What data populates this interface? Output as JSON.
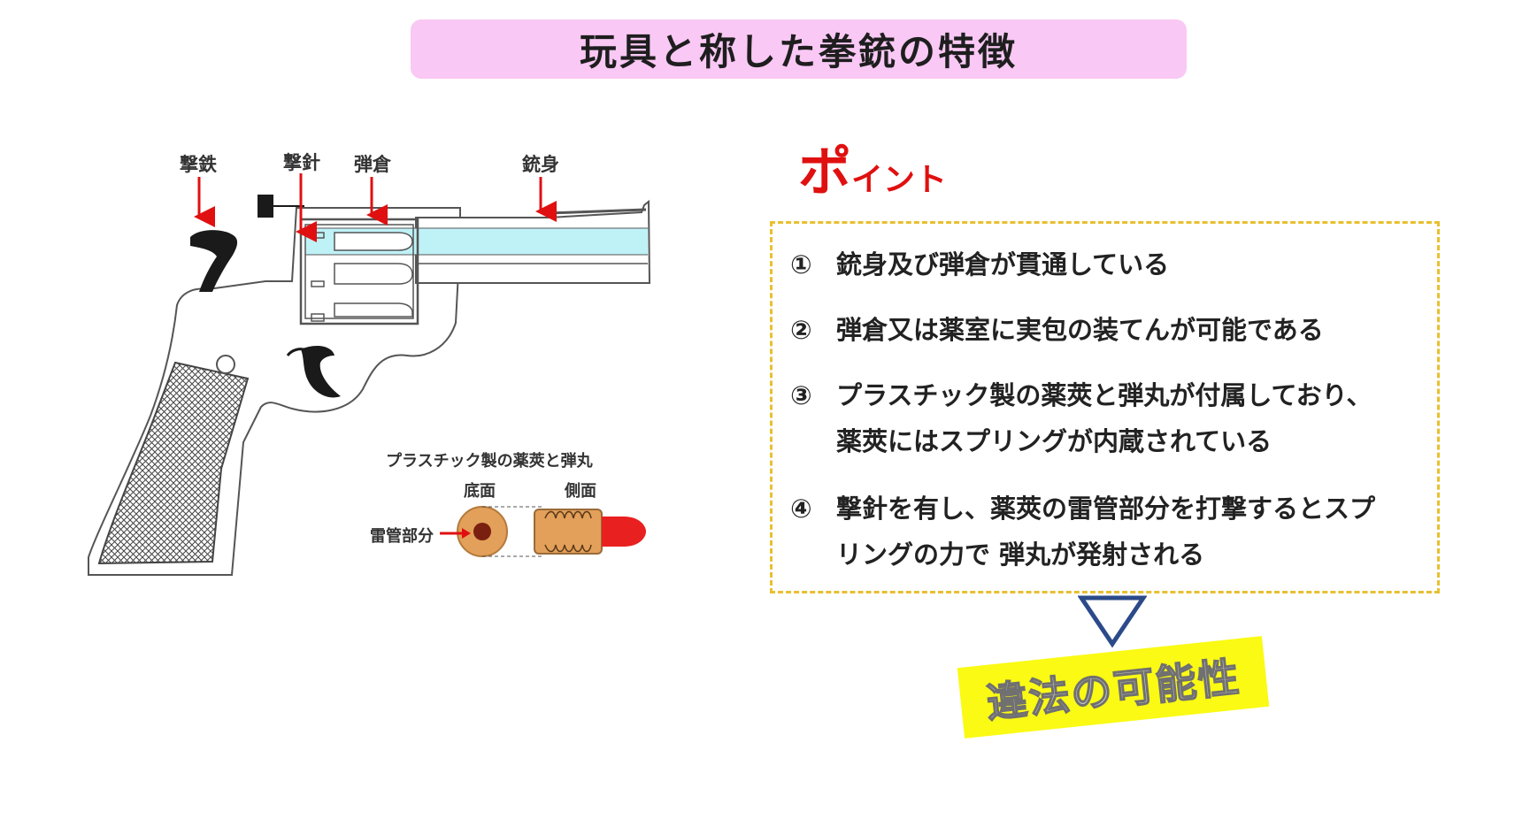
{
  "title": "玩具と称した拳銃の特徴",
  "diagram": {
    "labels": {
      "hammer": "撃鉄",
      "firing_pin": "撃針",
      "cylinder": "弾倉",
      "barrel": "銃身"
    },
    "inset": {
      "caption": "プラスチック製の薬莢と弾丸",
      "bottom_view": "底面",
      "side_view": "側面",
      "primer_part": "雷管部分"
    }
  },
  "point": {
    "heading_big": "ポ",
    "heading_small": "イント",
    "items": [
      {
        "num": "①",
        "lines": [
          "銃身及び弾倉が貫通している"
        ]
      },
      {
        "num": "②",
        "lines": [
          "弾倉又は薬室に実包の装てんが可能である"
        ]
      },
      {
        "num": "③",
        "lines": [
          "プラスチック製の薬莢と弾丸が付属しており、",
          "薬莢にはスプリングが内蔵されている"
        ]
      },
      {
        "num": "④",
        "lines": [
          "撃針を有し、薬莢の雷管部分を打撃するとスプ",
          "リングの力で 弾丸が発射される"
        ]
      }
    ]
  },
  "conclusion": "違法の可能性",
  "colors": {
    "title_bg": "#f9c8f4",
    "arrow_red": "#e01010",
    "bore_cyan": "#bff2f7",
    "dashed_border": "#e8c030",
    "triangle": "#2b4a8a",
    "conclusion_bg": "#fafa14"
  }
}
